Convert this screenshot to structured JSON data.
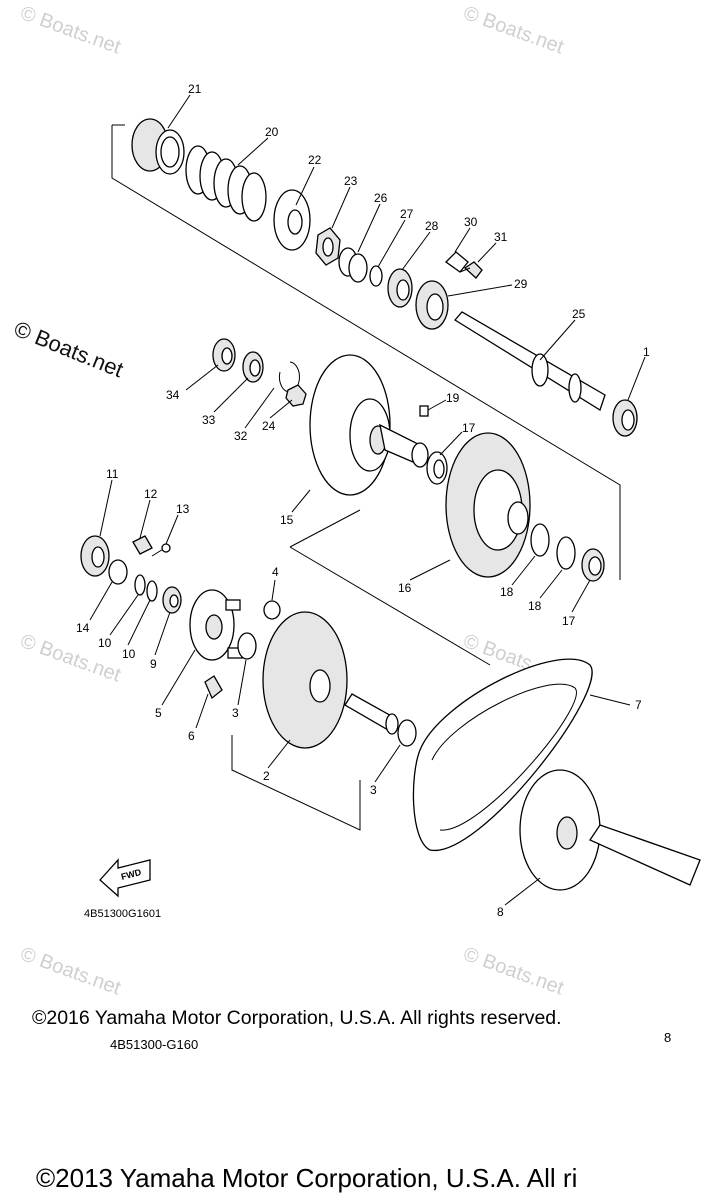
{
  "watermarks": {
    "faint": "© Boats.net",
    "bold": "© Boats.net"
  },
  "diagram_code": "4B51300G1601",
  "fwd_label": "FWD",
  "copyright_main": "©2016 Yamaha Motor Corporation, U.S.A. All rights reserved.",
  "page_code": "4B51300-G160",
  "page_number": "8",
  "copyright_footer": "©2013 Yamaha Motor Corporation, U.S.A. All ri",
  "callouts": [
    "21",
    "20",
    "22",
    "23",
    "26",
    "27",
    "28",
    "30",
    "31",
    "29",
    "25",
    "1",
    "34",
    "33",
    "32",
    "24",
    "19",
    "17",
    "15",
    "11",
    "12",
    "13",
    "16",
    "18",
    "18",
    "17",
    "14",
    "10",
    "10",
    "9",
    "4",
    "5",
    "3",
    "6",
    "7",
    "2",
    "3",
    "8"
  ]
}
